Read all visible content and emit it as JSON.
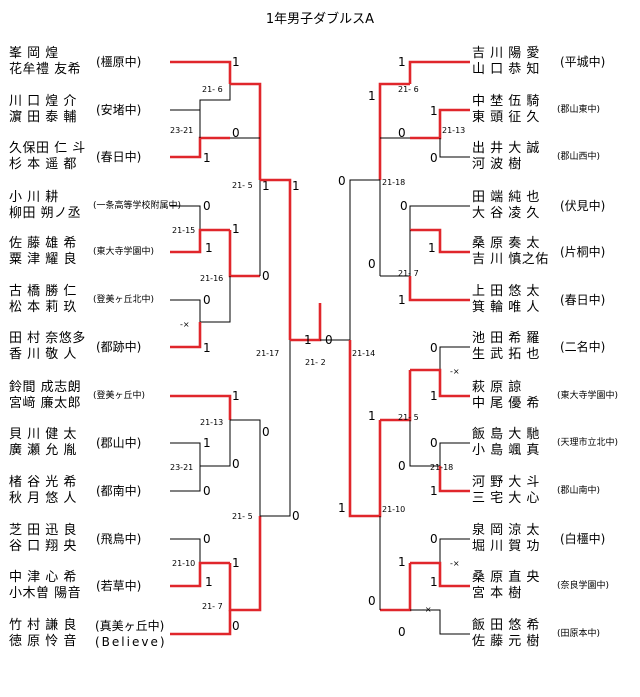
{
  "title": "1年男子ダブルスA",
  "left": [
    {
      "p1": "峯 岡   煌",
      "p2": "花牟禮 友希",
      "school": "(橿原中)"
    },
    {
      "p1": "川 口 煌 介",
      "p2": "濵 田 泰 輔",
      "school": "(安堵中)"
    },
    {
      "p1": "久保田 仁 斗",
      "p2": "杉 本 遥 都",
      "school": "(春日中)"
    },
    {
      "p1": "小 川    耕",
      "p2": "柳田 朔ノ丞",
      "school": "(一条高等学校附属中)"
    },
    {
      "p1": "佐 藤 雄 希",
      "p2": "粟 津 耀 良",
      "school": "(東大寺学園中)"
    },
    {
      "p1": "古 橋 勝 仁",
      "p2": "松 本 莉 玖",
      "school": "(登美ヶ丘北中)"
    },
    {
      "p1": "田 村 奈悠多",
      "p2": "香 川 敬 人",
      "school": "(都跡中)"
    },
    {
      "p1": "鈴間 成志朗",
      "p2": "宮﨑 廉太郎",
      "school": "(登美ヶ丘中)"
    },
    {
      "p1": "貝 川 健 太",
      "p2": "廣 瀬 允 胤",
      "school": "(郡山中)"
    },
    {
      "p1": "楮 谷 光 希",
      "p2": "秋 月 悠 人",
      "school": "(都南中)"
    },
    {
      "p1": "芝 田 迅 良",
      "p2": "谷 口 翔 央",
      "school": "(飛鳥中)"
    },
    {
      "p1": "中 津 心 希",
      "p2": "小木曽 陽音",
      "school": "(若草中)"
    },
    {
      "p1": "竹 村 謙 良",
      "p2": "徳 原 怜 音",
      "school": "(真美ヶ丘中)",
      "school2": "(Believe)"
    }
  ],
  "right": [
    {
      "p1": "吉 川 陽 愛",
      "p2": "山 口 恭 知",
      "school": "(平城中)"
    },
    {
      "p1": "中 埜 伍 騎",
      "p2": "東 頭 征 久",
      "school": "(郡山東中)"
    },
    {
      "p1": "出 井 大 誠",
      "p2": "河 波    樹",
      "school": "(郡山西中)"
    },
    {
      "p1": "田 端 純 也",
      "p2": "大 谷 凌 久",
      "school": "(伏見中)"
    },
    {
      "p1": "桑 原 奏 太",
      "p2": "吉 川 慎之佑",
      "school": "(片桐中)"
    },
    {
      "p1": "上 田 悠 太",
      "p2": "箕 輪 唯 人",
      "school": "(春日中)"
    },
    {
      "p1": "池 田 希 羅",
      "p2": "生 武 拓 也",
      "school": "(二名中)"
    },
    {
      "p1": "萩 原    諒",
      "p2": "中 尾 優 希",
      "school": "(東大寺学園中)"
    },
    {
      "p1": "飯 島 大 馳",
      "p2": "小 島 颯 真",
      "school": "(天理市立北中)"
    },
    {
      "p1": "河 野 大 斗",
      "p2": "三 宅 大 心",
      "school": "(郡山南中)"
    },
    {
      "p1": "泉 岡 涼 太",
      "p2": "堀 川 賀 功",
      "school": "(白橿中)"
    },
    {
      "p1": "桑 原 直 央",
      "p2": "宮 本    樹",
      "school": "(奈良学園中)"
    },
    {
      "p1": "飯 田 悠 希",
      "p2": "佐 藤 元 樹",
      "school": "(田原本中)"
    }
  ],
  "results": {
    "l_r1a": "21- 6",
    "l_r1b": "23-21",
    "l_r1c": "21-15",
    "l_r1d": "21-16",
    "l_r1e": "-×",
    "l_r2a": "21- 5",
    "l_r1f": "21-13",
    "l_r1g": "23-21",
    "l_r1h": "21-10",
    "l_r1i": "21- 7",
    "l_r2b": "21- 5",
    "l_r3": "21-17",
    "final": "21- 2",
    "r_r3": "21-14",
    "r_r1a": "21- 6",
    "r_r1b": "21-13",
    "r_r2a": "21-18",
    "r_r1c": "21- 7",
    "r_r1d": "-×",
    "r_r1e": "21- 5",
    "r_r1f": "21-18",
    "r_r2b": "21-10",
    "r_r1g": "-×",
    "r_r1h": "-×"
  },
  "scores": {
    "win": "1",
    "lose": "0"
  },
  "colors": {
    "win_line": "#e0262b",
    "line": "#000000"
  }
}
